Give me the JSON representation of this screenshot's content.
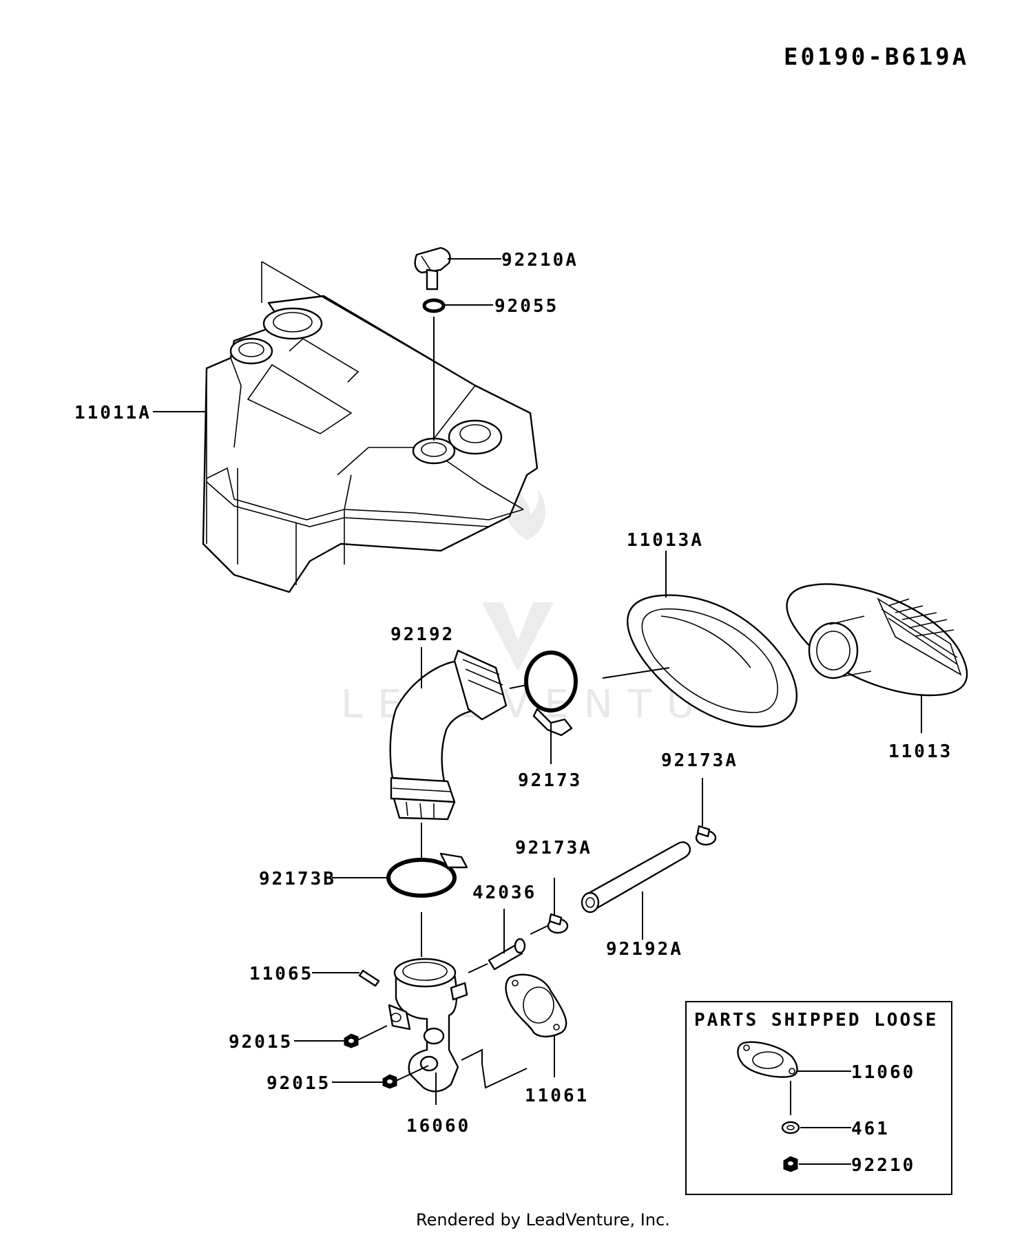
{
  "diagram_code": "E0190-B619A",
  "callouts": [
    {
      "id": "92210A-top",
      "text": "92210A"
    },
    {
      "id": "92055",
      "text": "92055"
    },
    {
      "id": "11011A",
      "text": "11011A"
    },
    {
      "id": "11013A",
      "text": "11013A"
    },
    {
      "id": "92192",
      "text": "92192"
    },
    {
      "id": "11013",
      "text": "11013"
    },
    {
      "id": "92173",
      "text": "92173"
    },
    {
      "id": "92173A-upper",
      "text": "92173A"
    },
    {
      "id": "92173A-lower",
      "text": "92173A"
    },
    {
      "id": "92173B",
      "text": "92173B"
    },
    {
      "id": "42036",
      "text": "42036"
    },
    {
      "id": "92192A",
      "text": "92192A"
    },
    {
      "id": "11065",
      "text": "11065"
    },
    {
      "id": "92015-upper",
      "text": "92015"
    },
    {
      "id": "92015-lower",
      "text": "92015"
    },
    {
      "id": "16060",
      "text": "16060"
    },
    {
      "id": "11061",
      "text": "11061"
    }
  ],
  "loose_parts_box": {
    "title": "PARTS SHIPPED LOOSE",
    "items": [
      {
        "text": "11060"
      },
      {
        "text": "461"
      },
      {
        "text": "92210"
      }
    ]
  },
  "watermark": "LEADVENTURE",
  "footer": "Rendered by LeadVenture, Inc."
}
